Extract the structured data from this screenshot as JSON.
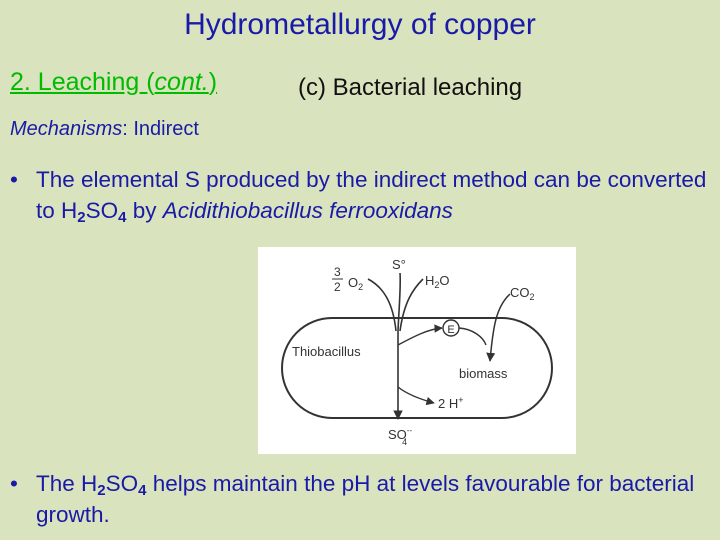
{
  "slide": {
    "title": "Hydrometallurgy of copper",
    "section_label": "2. Leaching (",
    "section_italic": "cont.",
    "section_close": ")",
    "subsection": "(c) Bacterial leaching",
    "mechanisms_label": "Mechanisms",
    "mechanisms_value": ": Indirect",
    "bullet_symbol": "•",
    "bullet1": {
      "part1": "The elemental S produced by the indirect method can be converted to H",
      "sub1": "2",
      "part2": "SO",
      "sub2": "4",
      "part3": " by ",
      "italic": "Acidithiobacillus ferrooxidans"
    },
    "bullet2": {
      "part1": "The H",
      "sub1": "2",
      "part2": "SO",
      "sub2": "4",
      "part3": " helps maintain the pH at levels favourable for bacterial growth."
    }
  },
  "diagram": {
    "o2_coef_num": "3",
    "o2_coef_den": "2",
    "o2": "O",
    "o2_sub": "2",
    "sulfur": "S°",
    "water": "H",
    "water_sub": "2",
    "water_o": "O",
    "co2": "CO",
    "co2_sub": "2",
    "electron": "E",
    "cell_label": "Thiobacillus",
    "biomass": "biomass",
    "protons": "2 H",
    "protons_sup": "+",
    "sulfate": "SO",
    "sulfate_sub": "4",
    "sulfate_sup": "--"
  },
  "colors": {
    "background": "#d9e3bd",
    "title_blue": "#1a1aa8",
    "section_green": "#00bb00"
  }
}
